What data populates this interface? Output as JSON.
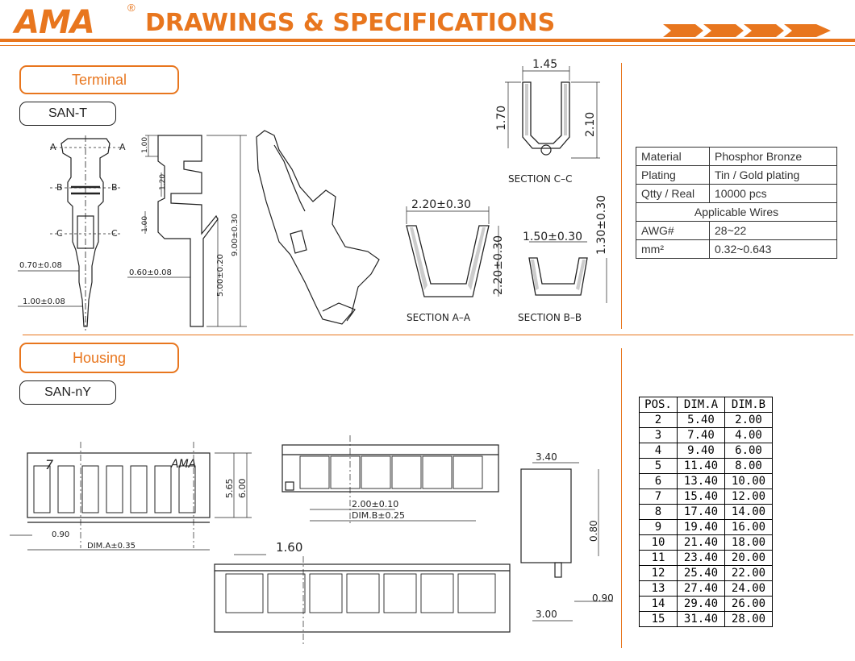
{
  "header": {
    "brand": "AMA",
    "registered": "®",
    "title": "DRAWINGS & SPECIFICATIONS",
    "accent_color": "#e8761e"
  },
  "terminal": {
    "label": "Terminal",
    "part_code": "SAN-T",
    "dims": {
      "d070": "0.70±0.08",
      "d100": "1.00±0.08",
      "d060": "0.60±0.08",
      "d500": "5.00±0.20",
      "d900": "9.00±0.30",
      "top100": "1.00",
      "mid120": "1.20",
      "low100": "1.00",
      "sec_a": "A",
      "sec_b": "B",
      "sec_c": "C"
    },
    "sections": {
      "cc_title": "SECTION C–C",
      "cc_w": "1.45",
      "cc_h1": "1.70",
      "cc_h2": "2.10",
      "aa_title": "SECTION A–A",
      "aa_w": "2.20±0.30",
      "aa_h": "2.20±0.30",
      "bb_title": "SECTION B–B",
      "bb_w": "1.50±0.30",
      "bb_h": "1.30±0.30"
    }
  },
  "spec_table": {
    "material_label": "Material",
    "material_value": "Phosphor Bronze",
    "plating_label": "Plating",
    "plating_value": "Tin / Gold plating",
    "qty_label": "Qtty / Real",
    "qty_value": "10000 pcs",
    "wires_header": "Applicable Wires",
    "awg_label": "AWG#",
    "awg_value": "28~22",
    "mm2_label": "mm²",
    "mm2_value": "0.32~0.643"
  },
  "housing": {
    "label": "Housing",
    "part_code": "SAN-nY",
    "dims": {
      "d090": "0.90",
      "dima": "DIM.A±0.35",
      "d565": "5.65",
      "d600": "6.00",
      "d200": "2.00±0.10",
      "dimb": "DIM.B±0.25",
      "d160": "1.60",
      "d340": "3.40",
      "d080": "0.80",
      "side090": "0.90",
      "d300": "3.00",
      "mark7": "7",
      "markAMA": "AMA"
    }
  },
  "dim_table": {
    "headers": [
      "POS.",
      "DIM.A",
      "DIM.B"
    ],
    "rows": [
      [
        "2",
        "5.40",
        "2.00"
      ],
      [
        "3",
        "7.40",
        "4.00"
      ],
      [
        "4",
        "9.40",
        "6.00"
      ],
      [
        "5",
        "11.40",
        "8.00"
      ],
      [
        "6",
        "13.40",
        "10.00"
      ],
      [
        "7",
        "15.40",
        "12.00"
      ],
      [
        "8",
        "17.40",
        "14.00"
      ],
      [
        "9",
        "19.40",
        "16.00"
      ],
      [
        "10",
        "21.40",
        "18.00"
      ],
      [
        "11",
        "23.40",
        "20.00"
      ],
      [
        "12",
        "25.40",
        "22.00"
      ],
      [
        "13",
        "27.40",
        "24.00"
      ],
      [
        "14",
        "29.40",
        "26.00"
      ],
      [
        "15",
        "31.40",
        "28.00"
      ]
    ]
  }
}
